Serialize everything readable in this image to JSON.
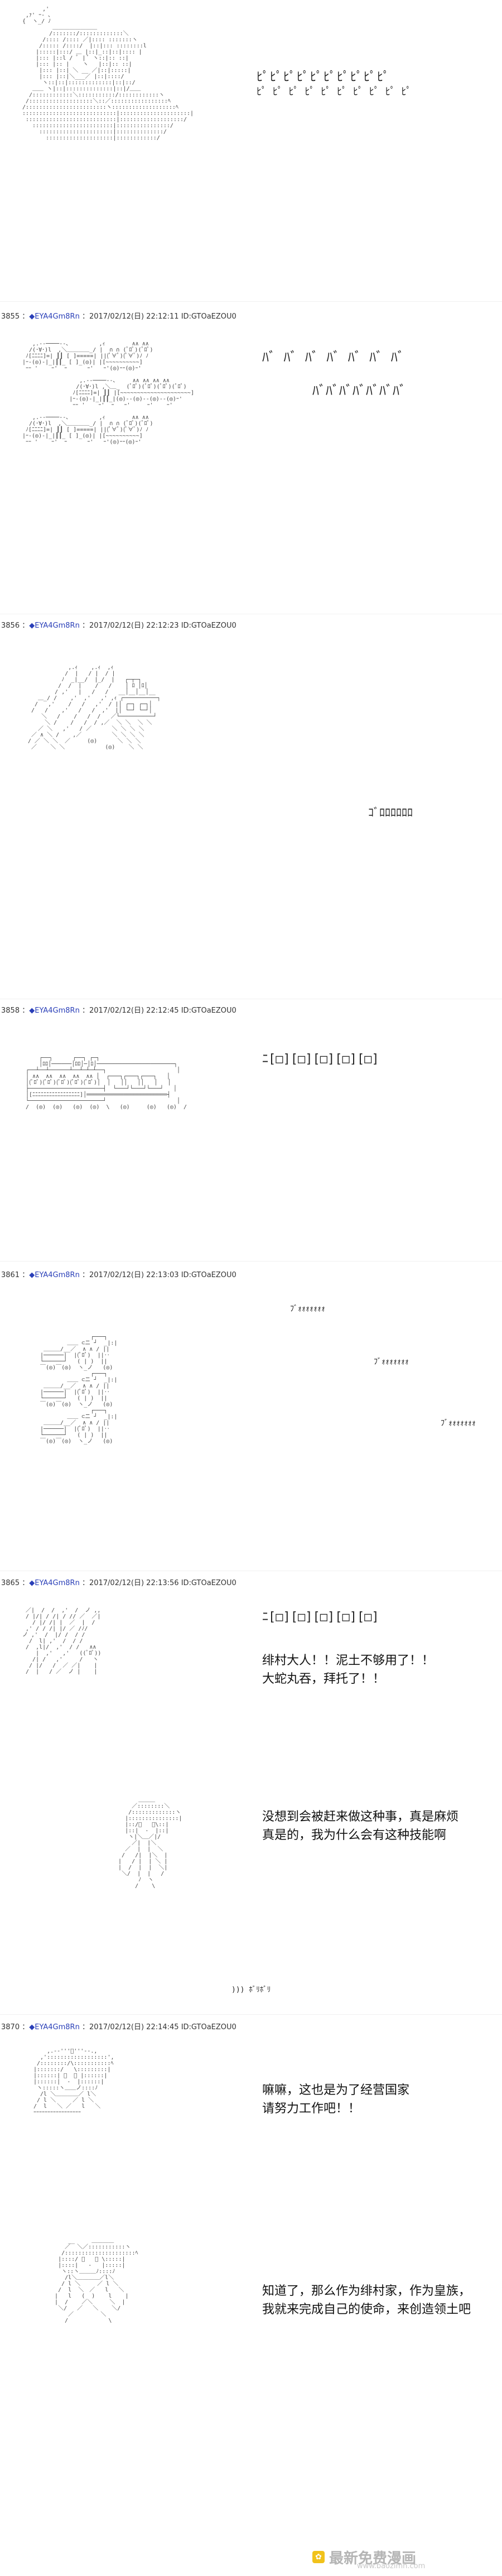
{
  "posts": [
    {
      "number": "3855",
      "user": "EYA4Gm8Rn",
      "date": "2017/02/12(日) 22:12:11",
      "id": "ID:GTOaEZOU0"
    },
    {
      "number": "3856",
      "user": "EYA4Gm8Rn",
      "date": "2017/02/12(日) 22:12:23",
      "id": "ID:GTOaEZOU0"
    },
    {
      "number": "3858",
      "user": "EYA4Gm8Rn",
      "date": "2017/02/12(日) 22:12:45",
      "id": "ID:GTOaEZOU0"
    },
    {
      "number": "3861",
      "user": "EYA4Gm8Rn",
      "date": "2017/02/12(日) 22:13:03",
      "id": "ID:GTOaEZOU0"
    },
    {
      "number": "3865",
      "user": "EYA4Gm8Rn",
      "date": "2017/02/12(日) 22:13:56",
      "id": "ID:GTOaEZOU0"
    },
    {
      "number": "3870",
      "user": "EYA4Gm8Rn",
      "date": "2017/02/12(日) 22:14:45",
      "id": "ID:GTOaEZOU0"
    }
  ],
  "sfx": {
    "intro": "ﾋﾟﾋﾟﾋﾟﾋﾟﾋﾟﾋﾟﾋﾟﾋﾟﾋﾟﾋﾟ",
    "intro_small": "ﾋﾟ ﾋﾟ ﾋﾟ ﾋﾟ ﾋﾟ ﾋﾟ ﾋﾟ ﾋﾟ ﾋﾟ ﾋﾟ",
    "drive": "ﾊﾞ ﾊﾞ ﾊﾞ ﾊﾞ ﾊﾞ ﾊﾞ ﾊﾞ",
    "drive2": "ﾊﾞﾊﾞﾊﾞﾊﾞﾊﾞﾊﾞﾊﾞ",
    "truck": "ｺﾞﾛﾛﾛﾛﾛﾛ",
    "mora1": "ﾌﾞｫｫｫｫｫｫｫ",
    "mora2": "ﾌﾞｫｫｫｫｫｫｫ",
    "mora3": "ﾌﾞｫｫｫｫｫｫｫ",
    "boxes1": "ﾆ[□][□][□][□][□]",
    "boxes2": "ﾆ[□][□][□][□][□]",
    "sigh": "))) ﾎﾞﾘﾎﾞﾘ"
  },
  "captions": {
    "c1": "绯村大人！！泥土不够用了！！\n大蛇丸吞，拜托了！！",
    "c2": "没想到会被赶来做这种事，真是麻烦\n真是的，我为什么会有这种技能啊",
    "c3": "嘛嘛，这也是为了经营国家\n请努力工作吧！！",
    "c4": "知道了，那么作为绯村家，作为皇族，\n我就来完成自己的使命，来创造领土吧"
  },
  "watermark": {
    "text": "最新免费漫画",
    "url": "www.baozimh.com"
  }
}
